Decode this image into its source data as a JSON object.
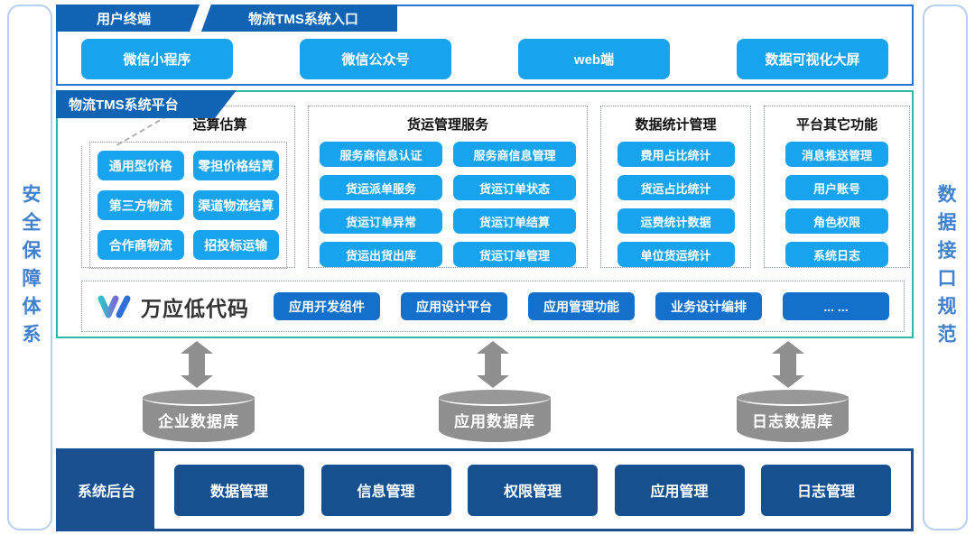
{
  "sidebars": {
    "left": "安全保障体系",
    "right": "数据接口规范"
  },
  "entry": {
    "tab_left": "用户终端",
    "tab_right": "物流TMS系统入口",
    "buttons": [
      "微信小程序",
      "微信公众号",
      "web端",
      "数据可视化大屏"
    ]
  },
  "platform": {
    "tab": "物流TMS系统平台",
    "columns": [
      {
        "title": "运算估算",
        "buttons": [
          "通用型价格",
          "零担价格结算",
          "第三方物流",
          "渠道物流结算",
          "合作商物流",
          "招投标运输"
        ]
      },
      {
        "title": "货运管理服务",
        "buttons": [
          "服务商信息认证",
          "服务商信息管理",
          "货运派单服务",
          "货运订单状态",
          "货运订单异常",
          "货运订单结算",
          "货运出货出库",
          "货运订单管理"
        ]
      },
      {
        "title": "数据统计管理",
        "buttons": [
          "费用占比统计",
          "货运占比统计",
          "运费统计数据",
          "单位货运统计"
        ]
      },
      {
        "title": "平台其它功能",
        "buttons": [
          "消息推送管理",
          "用户账号",
          "角色权限",
          "系统日志"
        ]
      }
    ],
    "lowcode": {
      "logo_text": "万应低代码",
      "buttons": [
        "应用开发组件",
        "应用设计平台",
        "应用管理功能",
        "业务设计编排",
        "... ..."
      ]
    }
  },
  "databases": [
    "企业数据库",
    "应用数据库",
    "日志数据库"
  ],
  "backend": {
    "label": "系统后台",
    "buttons": [
      "数据管理",
      "信息管理",
      "权限管理",
      "应用管理",
      "日志管理"
    ]
  },
  "colors": {
    "light_blue": "#18a3ef",
    "mid_blue": "#1470cb",
    "navy": "#16508f",
    "header_blue": "#1164b4",
    "teal_border": "#2fb9a8",
    "entry_border": "#2b72d4",
    "gray": "#8f8f8f",
    "sidebar_text": "#4080cc"
  }
}
